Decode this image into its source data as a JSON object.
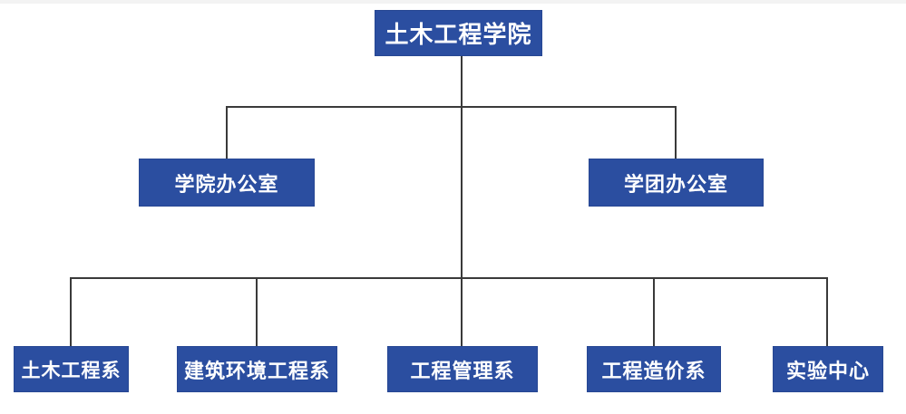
{
  "diagram": {
    "type": "org-chart",
    "root": {
      "label": "土木工程学院"
    },
    "level2": [
      {
        "id": "college-office",
        "label": "学院办公室"
      },
      {
        "id": "student-league-office",
        "label": "学团办公室"
      }
    ],
    "level3": [
      {
        "id": "civil-engineering-dept",
        "label": "土木工程系"
      },
      {
        "id": "building-environment-engineering-dept",
        "label": "建筑环境工程系"
      },
      {
        "id": "engineering-management-dept",
        "label": "工程管理系"
      },
      {
        "id": "engineering-cost-dept",
        "label": "工程造价系"
      },
      {
        "id": "laboratory-center",
        "label": "实验中心"
      }
    ]
  },
  "colors": {
    "node_background": "#2b4ea0",
    "node_border": "#274793",
    "node_text": "#ffffff",
    "connector": "#3a3a3a",
    "top_strip": "#f3f3f3",
    "page_background": "#ffffff"
  }
}
